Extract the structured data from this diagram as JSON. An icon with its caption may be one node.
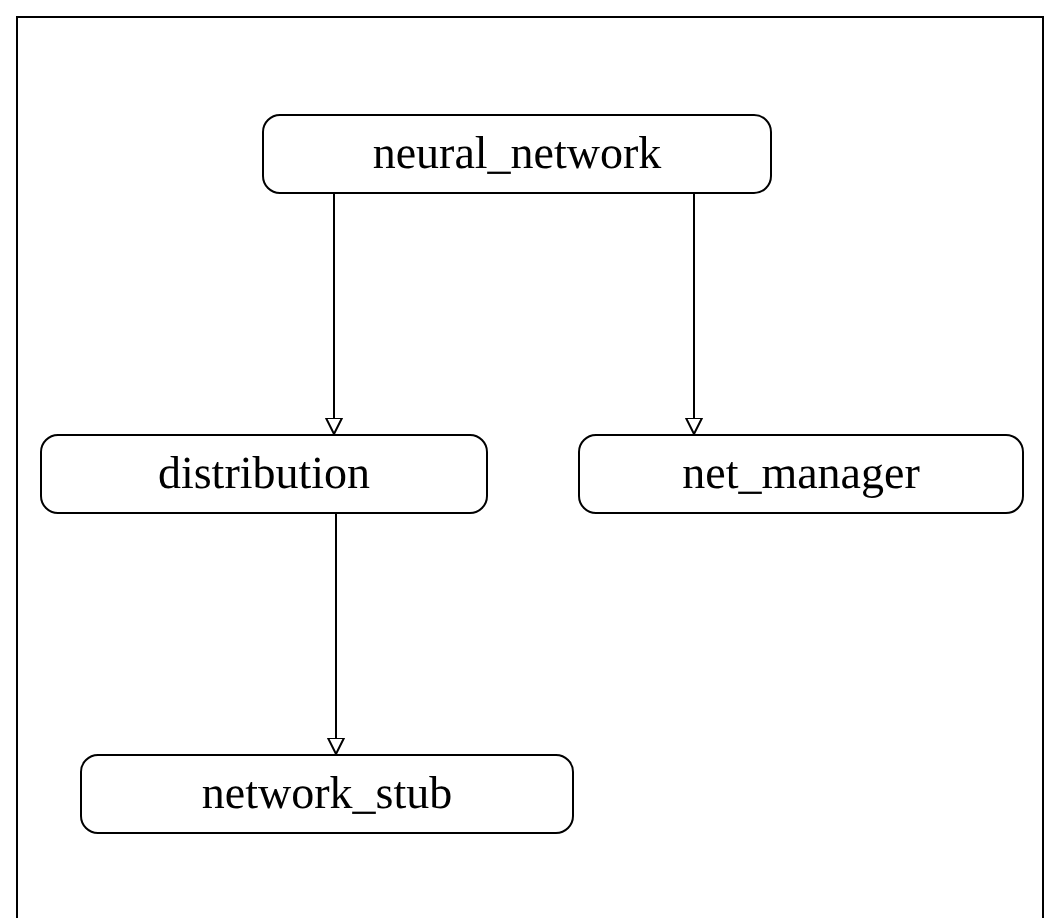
{
  "diagram": {
    "nodes": [
      {
        "text": [
          "neural_network"
        ]
      },
      {
        "text": [
          "distribution"
        ]
      },
      {
        "text": [
          "net_manager"
        ]
      },
      {
        "text": [
          "network_stub"
        ]
      }
    ],
    "edges": [
      {
        "from": 0,
        "to": 1,
        "arrow": "to"
      },
      {
        "from": 0,
        "to": 2,
        "arrow": "to"
      },
      {
        "from": 1,
        "to": 3,
        "arrow": "to"
      }
    ]
  }
}
